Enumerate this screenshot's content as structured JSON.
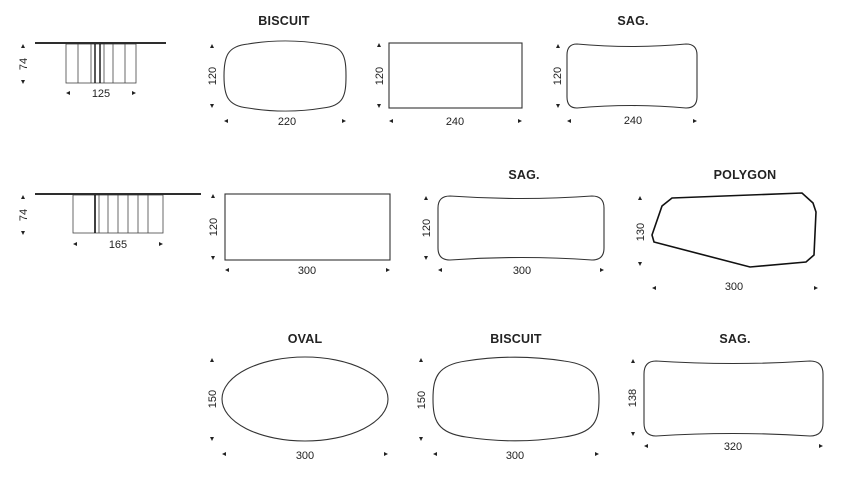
{
  "row1": {
    "side": {
      "height": "74",
      "width": "125"
    },
    "biscuit": {
      "title": "BISCUIT",
      "height": "120",
      "width": "220"
    },
    "rect": {
      "height": "120",
      "width": "240"
    },
    "sag": {
      "title": "SAG.",
      "height": "120",
      "width": "240"
    }
  },
  "row2": {
    "side": {
      "height": "74",
      "width": "165"
    },
    "rect": {
      "height": "120",
      "width": "300"
    },
    "sag": {
      "title": "SAG.",
      "height": "120",
      "width": "300"
    },
    "polygon": {
      "title": "POLYGON",
      "height": "130",
      "width": "300"
    }
  },
  "row3": {
    "oval": {
      "title": "OVAL",
      "height": "150",
      "width": "300"
    },
    "biscuit": {
      "title": "BISCUIT",
      "height": "150",
      "width": "300"
    },
    "sag": {
      "title": "SAG.",
      "height": "138",
      "width": "320"
    }
  }
}
